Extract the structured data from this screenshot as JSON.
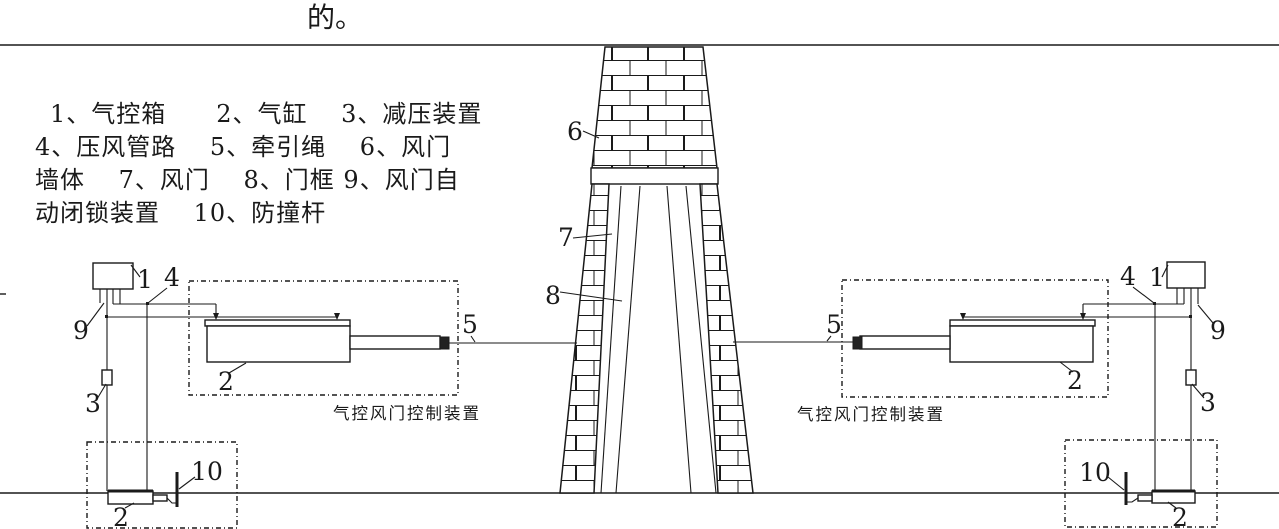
{
  "page": {
    "background": "#ffffff",
    "ink_color": "#1a1a1a"
  },
  "top_text": "的。",
  "legend": {
    "lines": [
      "1、气控箱　　2、气缸　 3、减压装置",
      "4、压风管路　 5、牵引绳　 6、风门",
      "墙体　 7、风门　 8、门框 9、风门自",
      "动闭锁装置　 10、防撞杆"
    ]
  },
  "parts": [
    {
      "num": "1",
      "name": "气控箱"
    },
    {
      "num": "2",
      "name": "气缸"
    },
    {
      "num": "3",
      "name": "减压装置"
    },
    {
      "num": "4",
      "name": "压风管路"
    },
    {
      "num": "5",
      "name": "牵引绳"
    },
    {
      "num": "6",
      "name": "风门墙体"
    },
    {
      "num": "7",
      "name": "风门"
    },
    {
      "num": "8",
      "name": "门框"
    },
    {
      "num": "9",
      "name": "风门自动闭锁装置"
    },
    {
      "num": "10",
      "name": "防撞杆"
    }
  ],
  "captions": {
    "left_device": "气控风门控制装置",
    "right_device": "气控风门控制装置"
  },
  "callouts": {
    "c1": "1",
    "c2": "2",
    "c3": "3",
    "c4": "4",
    "c5": "5",
    "c6": "6",
    "c7": "7",
    "c8": "8",
    "c9": "9",
    "c10": "10"
  }
}
